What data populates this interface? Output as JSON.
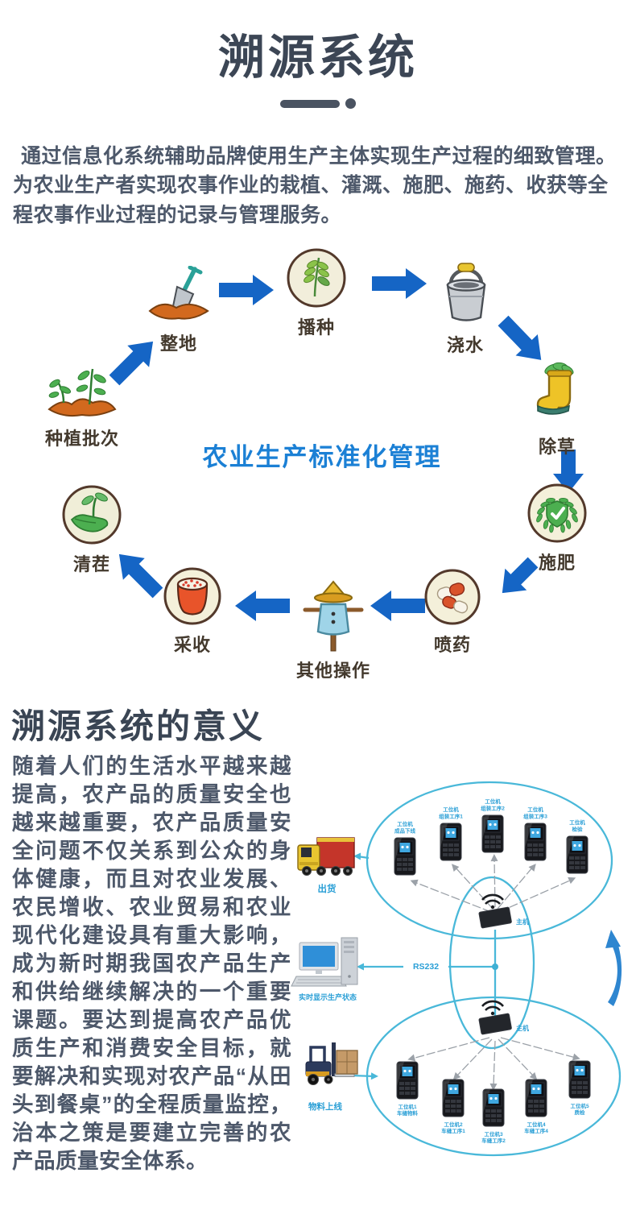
{
  "header": {
    "title": "溯源系统"
  },
  "intro": {
    "text": "通过信息化系统辅助品牌使用生产主体实现生产过程的细致管理。为农业生产者实现农事作业的栽植、灌溉、施肥、施药、收获等全程农事作业过程的记录与管理服务。"
  },
  "process": {
    "center_label": "农业生产标准化管理",
    "steps": [
      {
        "id": "planting-batch",
        "label": "种植批次"
      },
      {
        "id": "land-preparation",
        "label": "整地"
      },
      {
        "id": "sowing",
        "label": "播种"
      },
      {
        "id": "watering",
        "label": "浇水"
      },
      {
        "id": "weeding",
        "label": "除草"
      },
      {
        "id": "fertilizing",
        "label": "施肥"
      },
      {
        "id": "spraying",
        "label": "喷药"
      },
      {
        "id": "other-operations",
        "label": "其他操作"
      },
      {
        "id": "harvesting",
        "label": "采收"
      },
      {
        "id": "stubble-clearing",
        "label": "清茬"
      }
    ]
  },
  "meaning": {
    "heading": "溯源系统的意义",
    "paragraph": "随着人们的生活水平越来越提高，农产品的质量安全也越来越重要，农产品质量安全问题不仅关系到公众的身体健康，而且对农业发展、农民增收、农业贸易和农业现代化建设具有重大影响，成为新时期我国农产品生产和供给继续解决的一个重要课题。要达到提高农产品优质生产和消费安全目标，就要解决和实现对农产品“从田头到餐桌”的全程质量监控，治本之策是要建立完善的农产品质量安全体系。"
  },
  "network": {
    "truck_label": "出货",
    "forklift_label": "物料上线",
    "computer_label": "实时显示生产状态",
    "rs232_label": "RS232",
    "hub_top_label": "主机",
    "hub_bottom_label": "主机",
    "top_devices": [
      {
        "line1": "工位机",
        "line2": "成品下线"
      },
      {
        "line1": "工位机",
        "line2": "组装工序1"
      },
      {
        "line1": "工位机",
        "line2": "组装工序2"
      },
      {
        "line1": "工位机",
        "line2": "组装工序3"
      },
      {
        "line1": "工位机",
        "line2": "检验"
      }
    ],
    "bottom_devices": [
      {
        "line1": "工位机1",
        "line2": "车缝物料"
      },
      {
        "line1": "工位机2",
        "line2": "车缝工序1"
      },
      {
        "line1": "工位机3",
        "line2": "车缝工序2"
      },
      {
        "line1": "工位机4",
        "line2": "车缝工序4"
      },
      {
        "line1": "工位机5",
        "line2": "质检"
      }
    ]
  },
  "colors": {
    "heading": "#3c4655",
    "body_text": "#4d586a",
    "arrow_blue": "#1565c5",
    "center_blue": "#1b80d5",
    "cyan": "#49b8d9",
    "net_label_blue": "#2a9fd6"
  }
}
